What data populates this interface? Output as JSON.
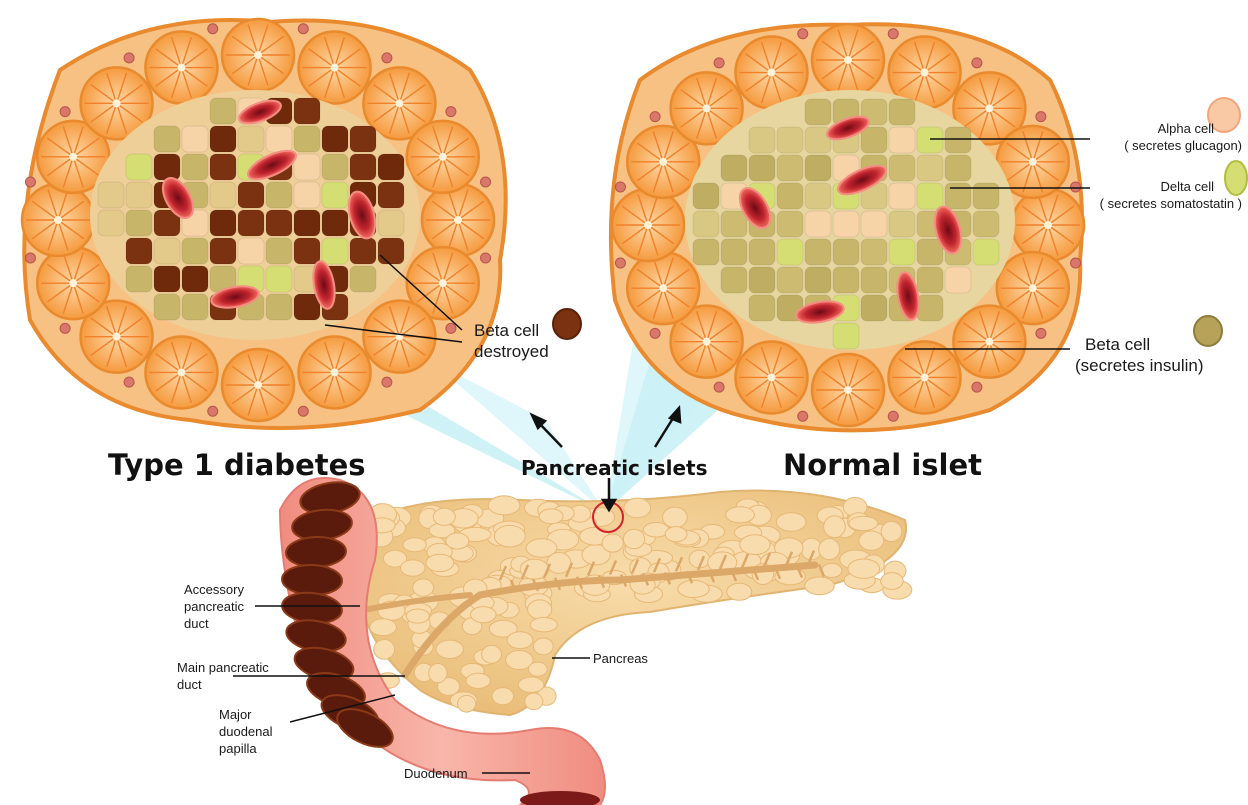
{
  "titles": {
    "left": "Type 1 diabetes",
    "center": "Pancreatic islets",
    "right": "Normal islet"
  },
  "legend": {
    "alpha": {
      "name": "Alpha cell",
      "desc": "( secretes glucagon)",
      "color": "#f9c9a6"
    },
    "delta": {
      "name": "Delta cell",
      "desc": "( secretes somatostatin )",
      "color": "#d4de73"
    },
    "beta": {
      "name": "Beta cell",
      "desc": "(secretes insulin)",
      "color": "#b7a25a"
    }
  },
  "destroyed": {
    "line1": "Beta cell",
    "line2": "destroyed",
    "color": "#7a3210"
  },
  "anatomy": {
    "accessory_duct": [
      "Accessory",
      "pancreatic",
      "duct"
    ],
    "main_duct": [
      "Main pancreatic",
      "duct"
    ],
    "papilla": [
      "Major",
      "duodenal",
      "papilla"
    ],
    "duodenum": "Duodenum",
    "pancreas": "Pancreas"
  },
  "colors": {
    "acinar": "#f7a04a",
    "tissue_bg": "#f6c183",
    "outline": "#e98a2e",
    "pancreas": "#f2cf96",
    "duodenum": "#f4a69a",
    "beam": "#bfeef4",
    "destroyed_cell": "#6e2a0b",
    "normal_cell": "#c7b56a"
  }
}
